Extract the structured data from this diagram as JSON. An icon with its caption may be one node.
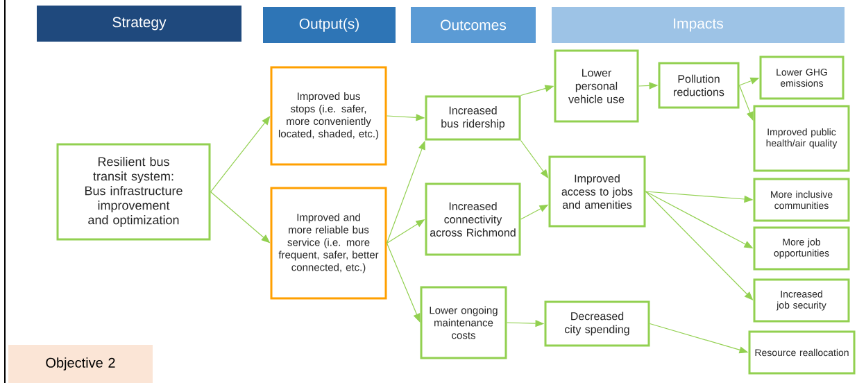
{
  "diagram": {
    "nodes": [
      {
        "text": [
          "Strategy"
        ]
      },
      {
        "text": [
          "Output(s)"
        ]
      },
      {
        "text": [
          "Outcomes"
        ]
      },
      {
        "text": [
          "Impacts"
        ]
      },
      {
        "text": [
          "Resilient bus transit system: Bus infrastructure improvement and optimization"
        ]
      },
      {
        "text": [
          "Improved bus stops (i.e. safer, more conveniently located, shaded, etc.)"
        ]
      },
      {
        "text": [
          "Improved and more reliable bus service (i.e. more frequent, safer, better connected, etc.)"
        ]
      },
      {
        "text": [
          "Increased bus ridership"
        ]
      },
      {
        "text": [
          "Increased connectivity across Richmond"
        ]
      },
      {
        "text": [
          "Lower ongoing maintenance costs"
        ]
      },
      {
        "text": [
          "Lower personal vehicle use"
        ]
      },
      {
        "text": [
          "Improved access to jobs and amenities"
        ]
      },
      {
        "text": [
          "Decreased city spending"
        ]
      },
      {
        "text": [
          "Pollution reductions"
        ]
      },
      {
        "text": [
          "Lower GHG emissions"
        ]
      },
      {
        "text": [
          "Improved public health/air quality"
        ]
      },
      {
        "text": [
          "More inclusive communities"
        ]
      },
      {
        "text": [
          "More job opportunities"
        ]
      },
      {
        "text": [
          "Increased job security"
        ]
      },
      {
        "text": [
          "Resource reallocation"
        ]
      },
      {
        "text": [
          "Objective 2"
        ]
      }
    ],
    "edges": [
      {
        "from": 4,
        "to": 5,
        "arrow": "to"
      },
      {
        "from": 4,
        "to": 6,
        "arrow": "to"
      },
      {
        "from": 5,
        "to": 7,
        "arrow": "to"
      },
      {
        "from": 6,
        "to": 7,
        "arrow": "to"
      },
      {
        "from": 6,
        "to": 8,
        "arrow": "to"
      },
      {
        "from": 6,
        "to": 9,
        "arrow": "to"
      },
      {
        "from": 7,
        "to": 10,
        "arrow": "to"
      },
      {
        "from": 7,
        "to": 11,
        "arrow": "to"
      },
      {
        "from": 8,
        "to": 11,
        "arrow": "to"
      },
      {
        "from": 10,
        "to": 13,
        "arrow": "to"
      },
      {
        "from": 13,
        "to": 14,
        "arrow": "to"
      },
      {
        "from": 13,
        "to": 15,
        "arrow": "to"
      },
      {
        "from": 11,
        "to": 16,
        "arrow": "to"
      },
      {
        "from": 11,
        "to": 17,
        "arrow": "to"
      },
      {
        "from": 11,
        "to": 18,
        "arrow": "to"
      },
      {
        "from": 9,
        "to": 12,
        "arrow": "to"
      },
      {
        "from": 12,
        "to": 19,
        "arrow": "to"
      }
    ]
  }
}
